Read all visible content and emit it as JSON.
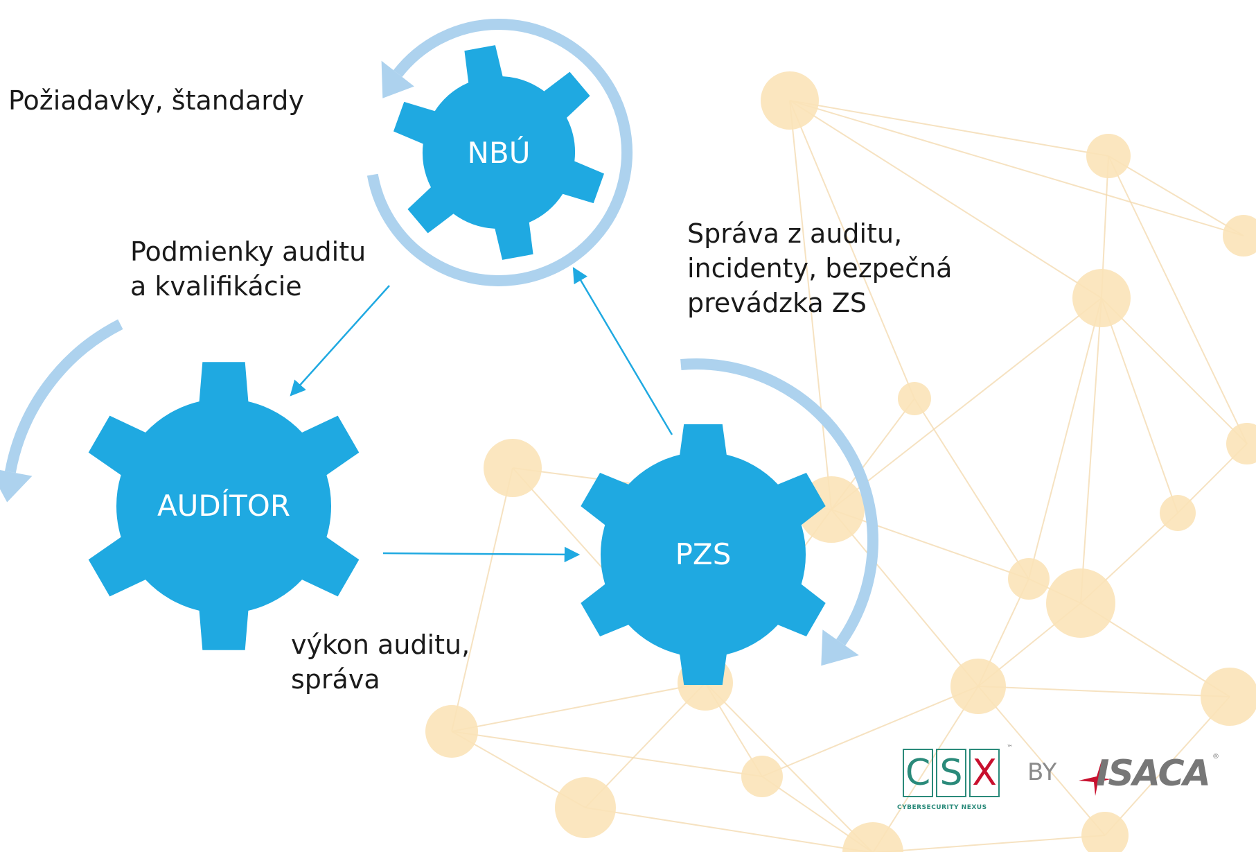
{
  "colors": {
    "gear": "#1fa9e1",
    "cycle_arrow": "#add2ee",
    "connector": "#1fa9e1",
    "node": "#fbe3b8",
    "edge": "#f3d9ad",
    "logo_teal": "#2a8a7a",
    "logo_grey": "#777777",
    "logo_red": "#c8102e"
  },
  "gears": {
    "nbu": {
      "label": "NBÚ"
    },
    "auditor": {
      "label": "AUDÍTOR"
    },
    "pzs": {
      "label": "PZS"
    }
  },
  "texts": {
    "requirements": "Požiadavky, štandardy",
    "conditions": "Podmienky auditu\na kvalifikácie",
    "report": "Správa z auditu,\nincidenty, bezpečná\nprevádzka ZS",
    "execution": "výkon auditu,\nspráva"
  },
  "logo": {
    "csx_letters": [
      "C",
      "S",
      "X"
    ],
    "csx_subtitle": "CYBERSECURITY NEXUS",
    "tm": "™",
    "by": "BY",
    "isaca": "ISACA",
    "reg": "®"
  }
}
